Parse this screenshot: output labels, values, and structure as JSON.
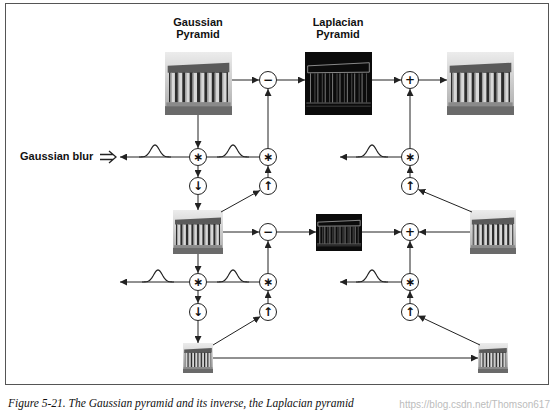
{
  "diagram": {
    "caption": "Figure 5-21. The Gaussian pyramid and its inverse, the Laplacian pyramid",
    "nodes": [
      {
        "text": [
          "−"
        ]
      },
      {
        "text": [
          "+"
        ]
      },
      {
        "text": [
          "∗"
        ]
      },
      {
        "text": [
          "∗"
        ]
      },
      {
        "text": [
          "∗"
        ]
      },
      {
        "text": [
          "↓"
        ]
      },
      {
        "text": [
          "↑"
        ]
      },
      {
        "text": [
          "↑"
        ]
      },
      {
        "text": [
          "−"
        ]
      },
      {
        "text": [
          "+"
        ]
      },
      {
        "text": [
          "∗"
        ]
      },
      {
        "text": [
          "∗"
        ]
      },
      {
        "text": [
          "∗"
        ]
      },
      {
        "text": [
          "↓"
        ]
      },
      {
        "text": [
          "↑"
        ]
      },
      {
        "text": [
          "↑"
        ]
      }
    ],
    "edges": [
      {
        "from": 2,
        "to": 5,
        "arrow": "to"
      },
      {
        "from": 3,
        "to": 0,
        "arrow": "to"
      },
      {
        "from": 6,
        "to": 3,
        "arrow": "to"
      },
      {
        "from": 4,
        "to": 1,
        "arrow": "to"
      },
      {
        "from": 7,
        "to": 4,
        "arrow": "to"
      },
      {
        "from": 2,
        "to": 3,
        "arrow": "none"
      },
      {
        "from": 10,
        "to": 13,
        "arrow": "to"
      },
      {
        "from": 11,
        "to": 8,
        "arrow": "to"
      },
      {
        "from": 14,
        "to": 11,
        "arrow": "to"
      },
      {
        "from": 12,
        "to": 9,
        "arrow": "to"
      },
      {
        "from": 15,
        "to": 12,
        "arrow": "to"
      },
      {
        "from": 10,
        "to": 11,
        "arrow": "none"
      }
    ],
    "labels": [
      "Gaussian Pyramid",
      "Laplacian Pyramid",
      "Gaussian blur",
      "https://blog.csdn.net/Thomson617"
    ]
  }
}
